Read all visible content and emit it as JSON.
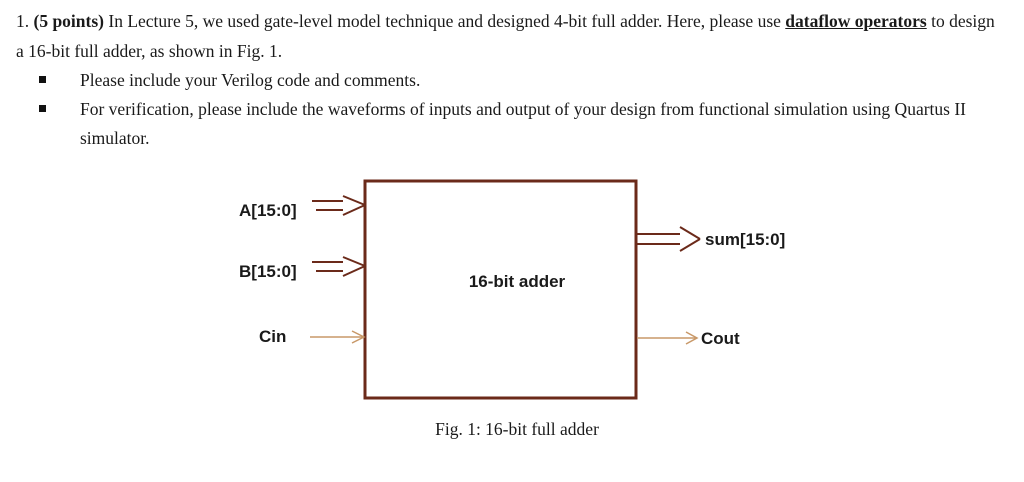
{
  "question": {
    "number": "1.",
    "points": "(5 points)",
    "text_before": " In Lecture 5, we used gate-level model technique and designed 4-bit full adder. Here, please use ",
    "emphasis": "dataflow operators",
    "text_after": " to design a 16-bit full adder, as shown in Fig. 1."
  },
  "bullets": [
    "Please include your Verilog code and comments.",
    "For verification, please include the waveforms of inputs and output of your design from functional simulation using Quartus II simulator."
  ],
  "figure": {
    "block_label": "16-bit adder",
    "inputs": [
      "A[15:0]",
      "B[15:0]",
      "Cin"
    ],
    "outputs": [
      "sum[15:0]",
      "Cout"
    ],
    "caption": "Fig. 1: 16-bit full adder",
    "colors": {
      "block": "#6b2a1a",
      "bus": "#6b2a1a",
      "wire": "#c89868"
    }
  }
}
